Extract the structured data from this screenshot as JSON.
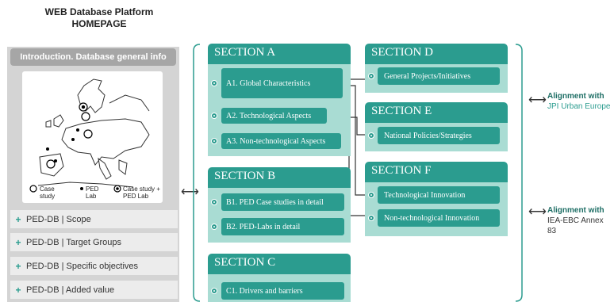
{
  "title": {
    "line1": "WEB  Database Platform",
    "line2": "HOMEPAGE"
  },
  "intro": "Introduction. Database general info",
  "map_legend": {
    "case_study": "Case study",
    "ped_lab": "PED Lab",
    "both": "Case study + PED Lab"
  },
  "ped_items": [
    "PED-DB | Scope",
    "PED-DB | Target Groups",
    "PED-DB | Specific objectives",
    "PED-DB | Added value"
  ],
  "sections": {
    "a": {
      "title": "SECTION A",
      "items": [
        "A1. Global Characteristics",
        "A2. Technological Aspects",
        "A3. Non-technological Aspects"
      ]
    },
    "b": {
      "title": "SECTION B",
      "items": [
        "B1. PED Case studies in detail",
        "B2. PED-Labs in detail"
      ]
    },
    "c": {
      "title": "SECTION C",
      "items": [
        "C1. Drivers and barriers"
      ]
    },
    "d": {
      "title": "SECTION D",
      "items": [
        "General Projects/Initiatives"
      ]
    },
    "e": {
      "title": "SECTION E",
      "items": [
        "National Policies/Strategies"
      ]
    },
    "f": {
      "title": "SECTION F",
      "items": [
        "Technological Innovation",
        "Non-technological Innovation"
      ]
    }
  },
  "alignments": [
    {
      "head": "Alignment with",
      "sub": "JPI Urban Europe"
    },
    {
      "head": "Alignment with",
      "sub": "IEA-EBC Annex 83"
    }
  ],
  "arrow_symbol": "⟷",
  "colors": {
    "teal": "#2b9c8f",
    "light_teal": "#a9dcd3",
    "gray_panel": "#d4d4d4"
  }
}
